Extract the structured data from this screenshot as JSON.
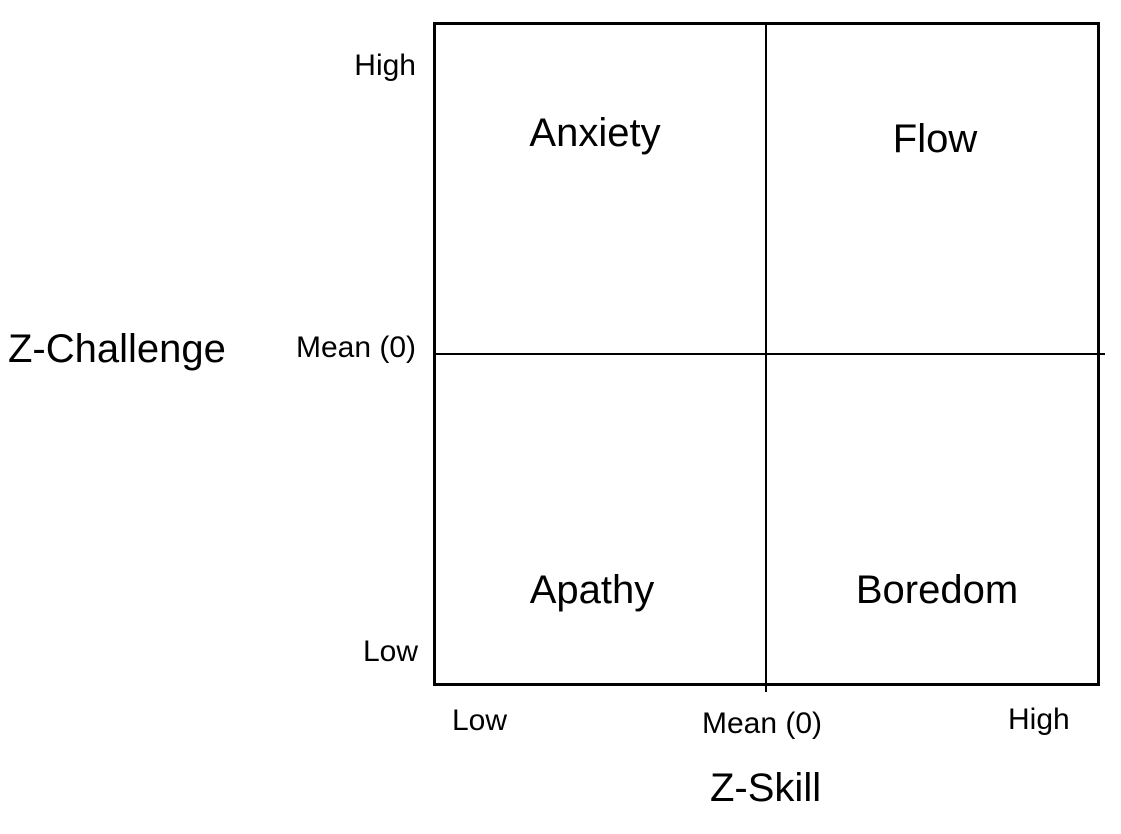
{
  "quadrants": {
    "top_left": "Anxiety",
    "top_right": "Flow",
    "bottom_left": "Apathy",
    "bottom_right": "Boredom"
  },
  "y_axis": {
    "title": "Z-Challenge",
    "ticks": {
      "high": "High",
      "mean": "Mean (0)",
      "low": "Low"
    }
  },
  "x_axis": {
    "title": "Z-Skill",
    "ticks": {
      "low": "Low",
      "mean": "Mean (0)",
      "high": "High"
    }
  },
  "colors": {
    "line": "#000000",
    "background": "#ffffff",
    "text": "#000000"
  }
}
